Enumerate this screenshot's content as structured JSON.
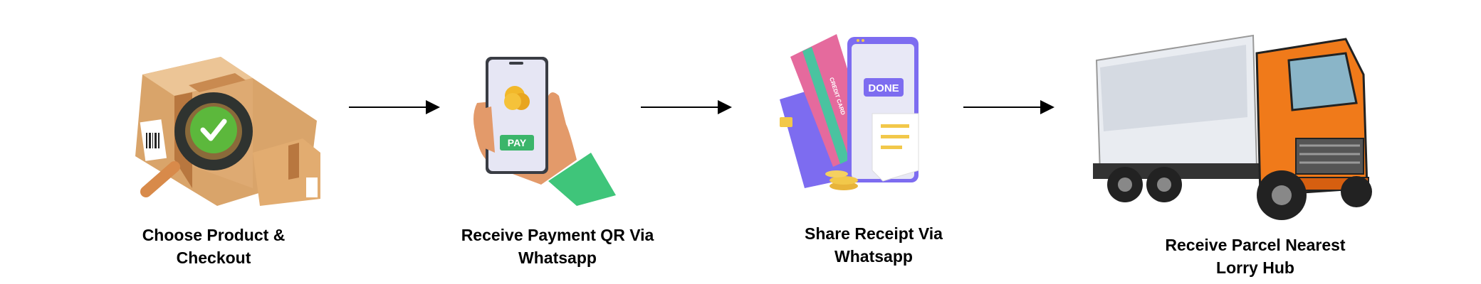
{
  "steps": [
    {
      "line1": "Choose Product &",
      "line2": "Checkout",
      "icon": "package-check-icon"
    },
    {
      "line1": "Receive Payment QR Via",
      "line2": "Whatsapp",
      "icon": "phone-payment-icon",
      "screen_button": "PAY"
    },
    {
      "line1": "Share Receipt Via",
      "line2": "Whatsapp",
      "icon": "receipt-cards-icon",
      "screen_button": "DONE",
      "card_text": "CREDIT CARD"
    },
    {
      "line1": "Receive Parcel Nearest",
      "line2": "Lorry Hub",
      "icon": "lorry-truck-icon"
    }
  ],
  "colors": {
    "box": "#d9a46a",
    "tape": "#b8773f",
    "check": "#5cb83c",
    "sleeve": "#3fc57a",
    "pay": "#3bb56a",
    "card_purple": "#7d6cf0",
    "card_pink": "#e56a9d",
    "truck_orange": "#f07a1a"
  }
}
